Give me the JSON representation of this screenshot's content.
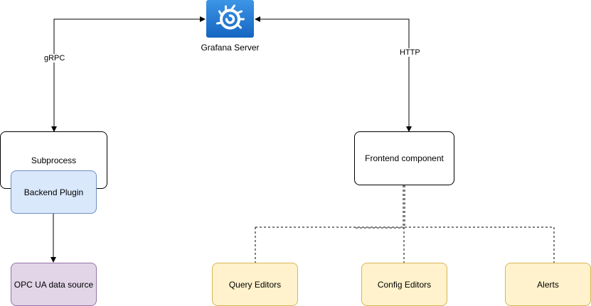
{
  "nodes": {
    "grafana_server": "Grafana Server",
    "subprocess": "Subprocess",
    "backend_plugin": "Backend Plugin",
    "frontend_component": "Frontend component",
    "opc_ua_data_source": "OPC UA data source",
    "query_editors": "Query Editors",
    "config_editors": "Config Editors",
    "alerts": "Alerts"
  },
  "edges": {
    "grpc": "gRPC",
    "http": "HTTP"
  },
  "icons": {
    "grafana": "grafana-logo-icon"
  },
  "colors": {
    "grafana_bg_top": "#3d95e6",
    "grafana_bg_bottom": "#1565c0",
    "backend_fill": "#dae8fc",
    "backend_stroke": "#6c8ebf",
    "datasource_fill": "#e1d5e7",
    "datasource_stroke": "#9673a6",
    "editor_fill": "#fff2cc",
    "editor_stroke": "#d6b656"
  }
}
